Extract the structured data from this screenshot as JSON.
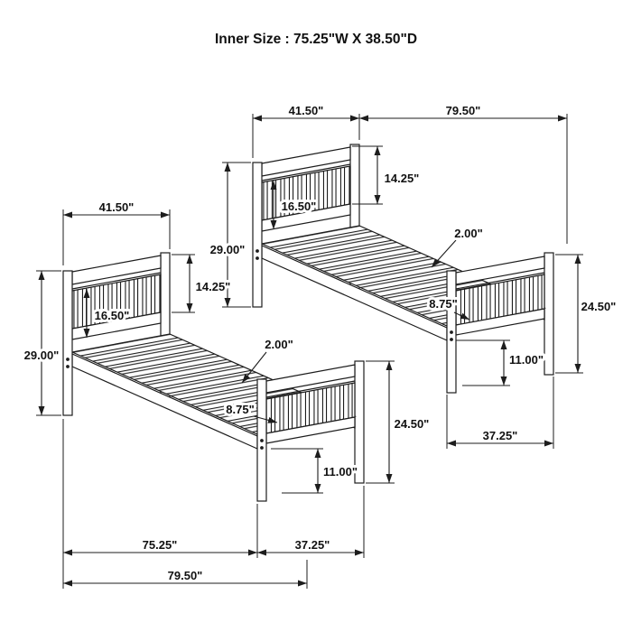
{
  "title": "Inner Size : 75.25\"W X  38.50\"D",
  "colors": {
    "line": "#1d1d1d",
    "background": "#ffffff"
  },
  "top_bed": {
    "headboard_width": "41.50\"",
    "total_length": "79.50\"",
    "headboard_top_section": "14.25\"",
    "headboard_panel_height": "16.50\"",
    "headboard_height": "29.00\"",
    "slat_thickness": "2.00\"",
    "footboard_height": "24.50\"",
    "footboard_panel_height": "8.75\"",
    "under_clearance": "11.00\"",
    "footboard_width": "37.25\""
  },
  "bottom_bed": {
    "headboard_width": "41.50\"",
    "headboard_top_section": "14.25\"",
    "headboard_panel_height": "16.50\"",
    "headboard_height": "29.00\"",
    "slat_thickness": "2.00\"",
    "footboard_height": "24.50\"",
    "footboard_panel_height": "8.75\"",
    "under_clearance": "11.00\"",
    "footboard_width": "37.25\"",
    "inner_length": "75.25\"",
    "total_length": "79.50\""
  }
}
